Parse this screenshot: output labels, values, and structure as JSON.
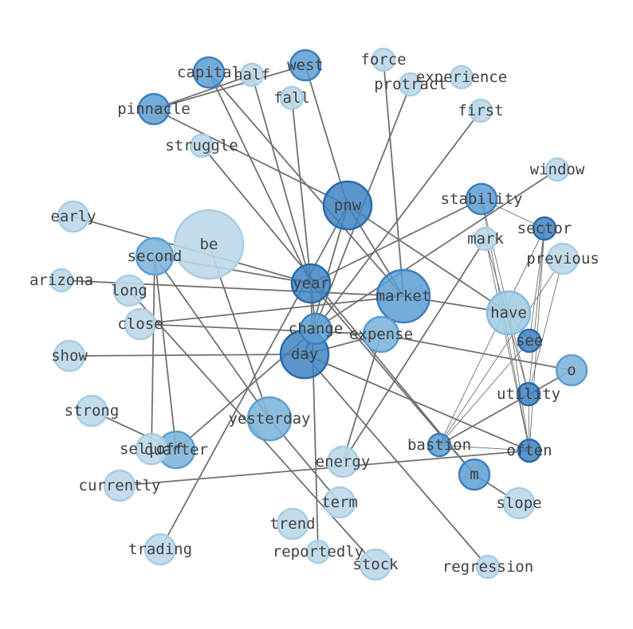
{
  "palette": [
    "#bcd8e9",
    "#a3cbe3",
    "#80b6dc",
    "#5c9dd2",
    "#3f82c2"
  ],
  "nodes": [
    {
      "id": "be",
      "label": "be",
      "size": 5.2,
      "level": 0
    },
    {
      "id": "pnw",
      "label": "pnw",
      "size": 3.6,
      "level": 4
    },
    {
      "id": "market",
      "label": "market",
      "size": 4,
      "level": 3
    },
    {
      "id": "day",
      "label": "day",
      "size": 3.6,
      "level": 4
    },
    {
      "id": "year",
      "label": "year",
      "size": 2.8,
      "level": 4
    },
    {
      "id": "change",
      "label": "change",
      "size": 2.3,
      "level": 3
    },
    {
      "id": "expense",
      "label": "expense",
      "size": 2.6,
      "level": 2
    },
    {
      "id": "have",
      "label": "have",
      "size": 3,
      "level": 1
    },
    {
      "id": "yesterday",
      "label": "yesterday",
      "size": 3,
      "level": 2
    },
    {
      "id": "second",
      "label": "second",
      "size": 2.7,
      "level": 2
    },
    {
      "id": "quarter",
      "label": "quarter",
      "size": 2.7,
      "level": 2
    },
    {
      "id": "capital",
      "label": "capital",
      "size": 2.2,
      "level": 3
    },
    {
      "id": "west",
      "label": "west",
      "size": 2.2,
      "level": 3
    },
    {
      "id": "pinnacle",
      "label": "pinnacle",
      "size": 2.2,
      "level": 3
    },
    {
      "id": "stability",
      "label": "stability",
      "size": 2.2,
      "level": 3
    },
    {
      "id": "m",
      "label": "m",
      "size": 2.2,
      "level": 3
    },
    {
      "id": "o",
      "label": "o",
      "size": 2.2,
      "level": 2
    },
    {
      "id": "utility",
      "label": "utility",
      "size": 1.6,
      "level": 4
    },
    {
      "id": "often",
      "label": "often",
      "size": 1.6,
      "level": 4
    },
    {
      "id": "see",
      "label": "see",
      "size": 1.6,
      "level": 4
    },
    {
      "id": "sector",
      "label": "sector",
      "size": 1.6,
      "level": 4
    },
    {
      "id": "bastion",
      "label": "bastion",
      "size": 1.6,
      "level": 3
    },
    {
      "id": "early",
      "label": "early",
      "size": 2.2,
      "level": 0
    },
    {
      "id": "long",
      "label": "long",
      "size": 2.2,
      "level": 0
    },
    {
      "id": "close",
      "label": "close",
      "size": 2.2,
      "level": 0
    },
    {
      "id": "show",
      "label": "show",
      "size": 2.2,
      "level": 0
    },
    {
      "id": "strong",
      "label": "strong",
      "size": 2.2,
      "level": 0
    },
    {
      "id": "selloff",
      "label": "selloff",
      "size": 2.2,
      "level": 0
    },
    {
      "id": "currently",
      "label": "currently",
      "size": 2.2,
      "level": 0
    },
    {
      "id": "trading",
      "label": "trading",
      "size": 2.2,
      "level": 0
    },
    {
      "id": "trend",
      "label": "trend",
      "size": 2.2,
      "level": 0
    },
    {
      "id": "term",
      "label": "term",
      "size": 2.2,
      "level": 0
    },
    {
      "id": "energy",
      "label": "energy",
      "size": 2.2,
      "level": 0
    },
    {
      "id": "stock",
      "label": "stock",
      "size": 2.2,
      "level": 0
    },
    {
      "id": "slope",
      "label": "slope",
      "size": 2.2,
      "level": 0
    },
    {
      "id": "previous",
      "label": "previous",
      "size": 2.2,
      "level": 0
    },
    {
      "id": "mark",
      "label": "mark",
      "size": 1.6,
      "level": 0
    },
    {
      "id": "window",
      "label": "window",
      "size": 1.6,
      "level": 0
    },
    {
      "id": "first",
      "label": "first",
      "size": 1.6,
      "level": 0
    },
    {
      "id": "experience",
      "label": "experience",
      "size": 1.6,
      "level": 0
    },
    {
      "id": "protract",
      "label": "protract",
      "size": 1.6,
      "level": 0
    },
    {
      "id": "force",
      "label": "force",
      "size": 1.6,
      "level": 0
    },
    {
      "id": "fall",
      "label": "fall",
      "size": 1.6,
      "level": 0
    },
    {
      "id": "half",
      "label": "half",
      "size": 1.6,
      "level": 0
    },
    {
      "id": "struggle",
      "label": "struggle",
      "size": 1.6,
      "level": 0
    },
    {
      "id": "arizona",
      "label": "arizona",
      "size": 1.6,
      "level": 0
    },
    {
      "id": "reportedly",
      "label": "reportedly",
      "size": 1.6,
      "level": 0
    },
    {
      "id": "regression",
      "label": "regression",
      "size": 1.6,
      "level": 0
    }
  ],
  "edges": [
    [
      "pinnacle",
      "west"
    ],
    [
      "pinnacle",
      "half"
    ],
    [
      "pinnacle",
      "pnw"
    ],
    [
      "capital",
      "year"
    ],
    [
      "capital",
      "market"
    ],
    [
      "half",
      "year"
    ],
    [
      "west",
      "pnw"
    ],
    [
      "fall",
      "year"
    ],
    [
      "force",
      "market"
    ],
    [
      "protract",
      "day"
    ],
    [
      "first",
      "change"
    ],
    [
      "struggle",
      "m"
    ],
    [
      "pnw",
      "have"
    ],
    [
      "pnw",
      "market"
    ],
    [
      "pnw",
      "day"
    ],
    [
      "pnw",
      "trading"
    ],
    [
      "stability",
      "year"
    ],
    [
      "window",
      "change"
    ],
    [
      "second",
      "year"
    ],
    [
      "second",
      "quarter"
    ],
    [
      "second",
      "selloff"
    ],
    [
      "second",
      "yesterday"
    ],
    [
      "early",
      "year"
    ],
    [
      "arizona",
      "market"
    ],
    [
      "be",
      "yesterday"
    ],
    [
      "long",
      "stock"
    ],
    [
      "close",
      "expense"
    ],
    [
      "show",
      "day"
    ],
    [
      "year",
      "m"
    ],
    [
      "year",
      "change"
    ],
    [
      "year",
      "reportedly"
    ],
    [
      "market",
      "have"
    ],
    [
      "market",
      "close"
    ],
    [
      "change",
      "quarter"
    ],
    [
      "expense",
      "o"
    ],
    [
      "expense",
      "energy"
    ],
    [
      "day",
      "often"
    ],
    [
      "day",
      "regression"
    ],
    [
      "day",
      "expense"
    ],
    [
      "strong",
      "quarter"
    ],
    [
      "yesterday",
      "term"
    ],
    [
      "m",
      "slope"
    ],
    [
      "bastion",
      "o"
    ],
    [
      "mark",
      "energy"
    ],
    [
      "currently",
      "often"
    ]
  ],
  "thin_edges": [
    [
      "stability",
      "sector"
    ],
    [
      "stability",
      "utility"
    ],
    [
      "stability",
      "often"
    ],
    [
      "sector",
      "often"
    ],
    [
      "sector",
      "utility"
    ],
    [
      "sector",
      "bastion"
    ],
    [
      "sector",
      "see"
    ],
    [
      "mark",
      "utility"
    ],
    [
      "mark",
      "often"
    ],
    [
      "have",
      "often"
    ],
    [
      "see",
      "bastion"
    ],
    [
      "previous",
      "bastion"
    ],
    [
      "previous",
      "utility"
    ],
    [
      "bastion",
      "often"
    ],
    [
      "have",
      "see"
    ],
    [
      "utility",
      "often"
    ]
  ]
}
